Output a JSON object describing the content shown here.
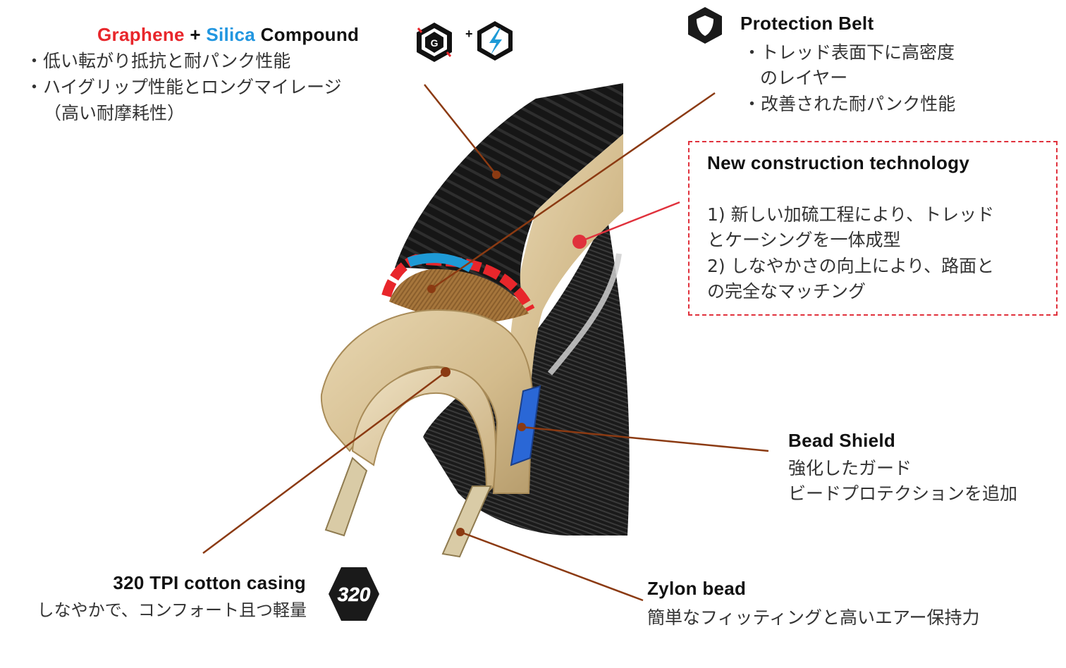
{
  "compound": {
    "word_graphene": "Graphene",
    "plus1": "+",
    "word_silica": "Silica",
    "word_compound": "Compound",
    "bullets": [
      "・低い転がり抵抗と耐パンク性能",
      "・ハイグリップ性能とロングマイレージ",
      "（高い耐摩耗性）"
    ],
    "logo_letter": "G",
    "logo_plus": "+",
    "colors": {
      "graphene": "#e8262b",
      "silica": "#2196e0"
    }
  },
  "protection": {
    "title": "Protection Belt",
    "bullets": [
      "・トレッド表面下に高密度",
      "のレイヤー",
      "・改善された耐パンク性能"
    ]
  },
  "construction": {
    "title": "New construction technology",
    "lines": [
      "1) 新しい加硫工程により、トレッド",
      "とケーシングを一体成型",
      "2) しなやかさの向上により、路面と",
      "の完全なマッチング"
    ]
  },
  "bead_shield": {
    "title": "Bead Shield",
    "lines": [
      "強化したガード",
      "ビードプロテクションを追加"
    ]
  },
  "casing": {
    "title": "320 TPI cotton casing",
    "subtitle": "しなやかで、コンフォート且つ軽量",
    "badge": "320"
  },
  "zylon": {
    "title": "Zylon bead",
    "subtitle": "簡単なフィッティングと高いエアー保持力"
  },
  "colors": {
    "leader": "#8b3a12",
    "accent_red": "#e0313c",
    "tan": "#d9c39a",
    "tread": "#1c1c1c",
    "blue_layer": "#1e9ad6"
  }
}
